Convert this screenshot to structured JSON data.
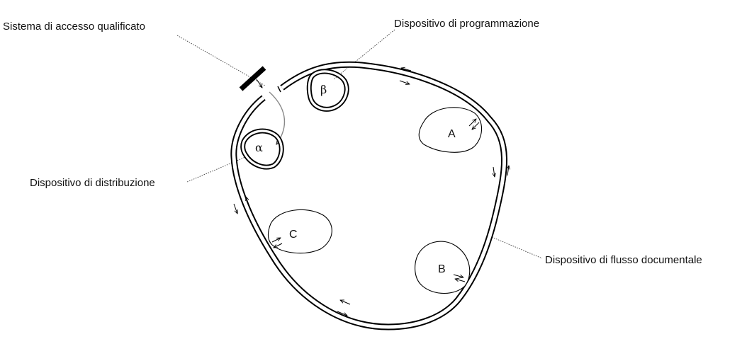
{
  "labels": {
    "qualified_access": "Sistema di accesso qualificato",
    "programming_device": "Dispositivo di programmazione",
    "distribution_device": "Dispositivo di distribuzione",
    "document_flow_device": "Dispositivo di flusso documentale"
  },
  "nodes": {
    "alpha": "α",
    "beta": "β",
    "a": "A",
    "b": "B",
    "c": "C"
  },
  "colors": {
    "line": "#000000",
    "background": "#ffffff",
    "leader": "#444444",
    "access_path": "#888888"
  }
}
